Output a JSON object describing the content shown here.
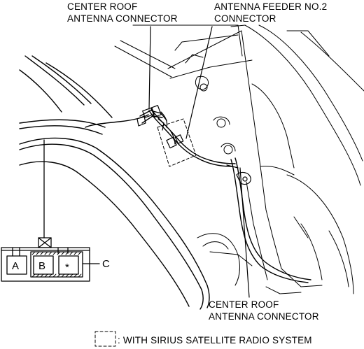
{
  "labels": {
    "center_roof_connector_top": [
      "CENTER ROOF",
      "ANTENNA CONNECTOR"
    ],
    "antenna_feeder_connector": [
      "ANTENNA FEEDER NO.2",
      "CONNECTOR"
    ],
    "center_roof_connector_bottom": [
      "CENTER ROOF",
      "ANTENNA CONNECTOR"
    ],
    "legend_text": ": WITH SIRIUS SATELLITE RADIO SYSTEM"
  },
  "connector_face": {
    "terminal_a": "A",
    "terminal_b": "B",
    "terminal_star": "*",
    "callout_c": "C"
  },
  "colors": {
    "line": "#000000",
    "background": "#ffffff"
  }
}
